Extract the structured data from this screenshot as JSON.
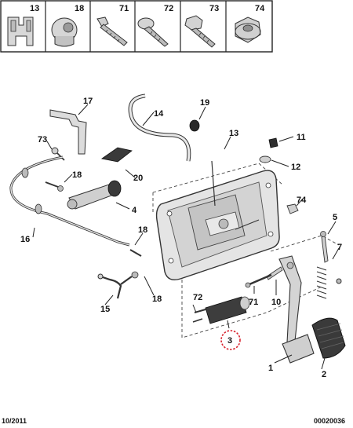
{
  "parts_header": {
    "labels": [
      "13",
      "18",
      "71",
      "72",
      "73",
      "74"
    ]
  },
  "callouts": {
    "c1": "1",
    "c2": "2",
    "c3": "3",
    "c4": "4",
    "c5": "5",
    "c7": "7",
    "c10": "10",
    "c11": "11",
    "c12": "12",
    "c14": "14",
    "c15": "15",
    "c16": "16",
    "c17": "17",
    "c18a": "18",
    "c18b": "18",
    "c18c": "18",
    "c19": "19",
    "c20": "20",
    "c71": "71",
    "c72": "72",
    "c73": "73",
    "c74": "74"
  },
  "highlight_color": "#d9232e",
  "footer": {
    "date": "10/2011",
    "reference": "00020036"
  }
}
